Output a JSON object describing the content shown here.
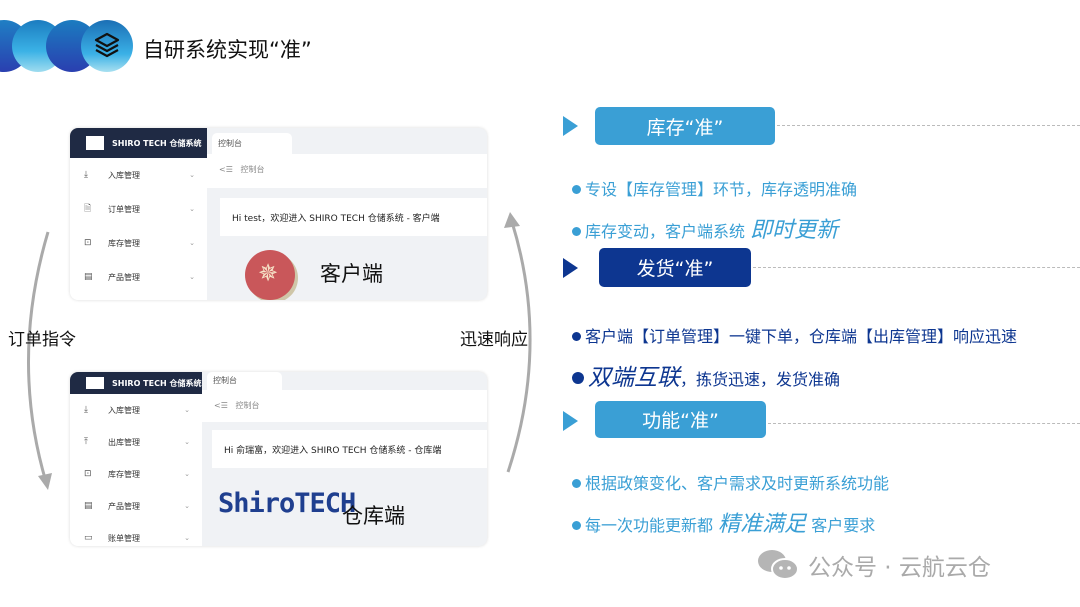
{
  "header": {
    "title": "自研系统实现“准”",
    "icon": "layers-icon"
  },
  "client_app": {
    "brand": "SHIRO TECH 仓储系统",
    "menu": [
      {
        "icon": "download-icon",
        "label": "入库管理"
      },
      {
        "icon": "document-icon",
        "label": "订单管理"
      },
      {
        "icon": "box-icon",
        "label": "库存管理"
      },
      {
        "icon": "list-icon",
        "label": "产品管理"
      }
    ],
    "tab": "控制台",
    "breadcrumb": "控制台",
    "welcome": "Hi test，欢迎进入 SHIRO TECH 仓储系统 - 客户端",
    "caption": "客户端"
  },
  "warehouse_app": {
    "brand": "SHIRO TECH 仓储系统",
    "menu": [
      {
        "icon": "download-icon",
        "label": "入库管理"
      },
      {
        "icon": "upload-icon",
        "label": "出库管理"
      },
      {
        "icon": "box-icon",
        "label": "库存管理"
      },
      {
        "icon": "list-icon",
        "label": "产品管理"
      },
      {
        "icon": "wallet-icon",
        "label": "账单管理"
      }
    ],
    "tab": "控制台",
    "breadcrumb": "控制台",
    "welcome": "Hi 俞瑞富，欢迎进入 SHIRO TECH 仓储系统 - 仓库端",
    "logo_text": "ShiroTECH",
    "caption": "仓库端"
  },
  "flow": {
    "left_label": "订单指令",
    "right_label": "迅速响应"
  },
  "sections": [
    {
      "title": "库存“准”",
      "color": "#3a9fd5",
      "bullets": [
        {
          "text": "专设【库存管理】环节，库存透明准确",
          "emphasis": "",
          "after": ""
        },
        {
          "text": "库存变动，客户端系统 ",
          "emphasis": "即时更新",
          "after": ""
        }
      ]
    },
    {
      "title": "发货“准”",
      "color": "#0d3690",
      "bullets": [
        {
          "text": "客户端【订单管理】一键下单，仓库端【出库管理】响应迅速",
          "emphasis": "",
          "after": ""
        },
        {
          "text": "",
          "emphasis": "双端互联",
          "after": "，拣货迅速，发货准确"
        }
      ]
    },
    {
      "title": "功能“准”",
      "color": "#3a9fd5",
      "bullets": [
        {
          "text": "根据政策变化、客户需求及时更新系统功能",
          "emphasis": "",
          "after": ""
        },
        {
          "text": "每一次功能更新都 ",
          "emphasis": "精准满足",
          "after": " 客户要求"
        }
      ]
    }
  ],
  "watermark": "公众号 · 云航云仓"
}
